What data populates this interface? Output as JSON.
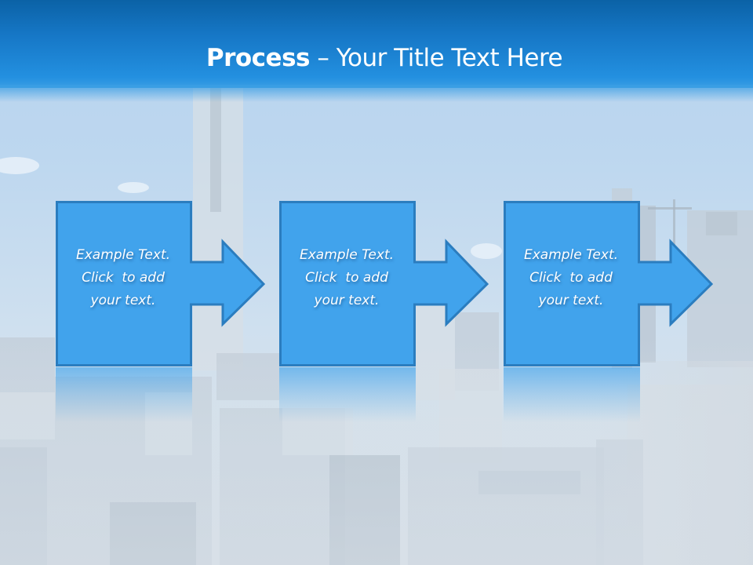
{
  "slide": {
    "title": {
      "bold": "Process",
      "rest": " – Your Title Text Here"
    },
    "steps": [
      {
        "line1": "Example Text.",
        "line2": "Click  to add",
        "line3": "your text."
      },
      {
        "line1": "Example Text.",
        "line2": "Click  to add",
        "line3": "your text."
      },
      {
        "line1": "Example Text.",
        "line2": "Click  to add",
        "line3": "your text."
      }
    ],
    "colors": {
      "header_top": "#0b62a6",
      "header_bottom": "#2390e0",
      "shape_fill": "#41a3ec",
      "shape_border": "#2b7dbf",
      "text": "#ffffff"
    }
  }
}
